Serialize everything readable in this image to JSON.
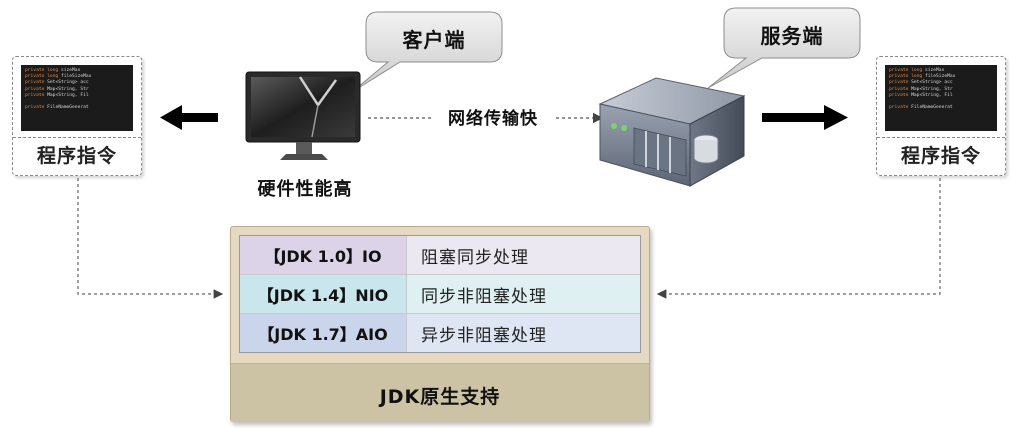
{
  "left_card": {
    "label": "程序指令",
    "code_lines": [
      [
        "private long",
        " sizeMax"
      ],
      [
        "private long",
        " fileSizeMax"
      ],
      [
        "private",
        " Set<String> acc"
      ],
      [
        "private",
        " Map<String, Str"
      ],
      [
        "private",
        " Map<String, Fil"
      ],
      [
        "",
        ""
      ],
      [
        "private",
        " FileNameGenerat"
      ]
    ]
  },
  "right_card": {
    "label": "程序指令",
    "code_lines": [
      [
        "private long",
        " sizeMax"
      ],
      [
        "private long",
        " fileSizeMax"
      ],
      [
        "private",
        " Set<String> acc"
      ],
      [
        "private",
        " Map<String, Str"
      ],
      [
        "private",
        " Map<String, Fil"
      ],
      [
        "",
        ""
      ],
      [
        "private",
        " FileNameGenerat"
      ]
    ]
  },
  "client": {
    "callout": "客户端",
    "caption": "硬件性能高",
    "icon": "monitor-icon"
  },
  "server": {
    "callout": "服务端",
    "icon": "server-icon"
  },
  "network_label": "网络传输快",
  "jdk": {
    "rows": [
      {
        "version": "【JDK 1.0】IO",
        "desc": "阻塞同步处理",
        "color": "#dcd3e8",
        "desc_color": "#ece8f2"
      },
      {
        "version": "【JDK 1.4】NIO",
        "desc": "同步非阻塞处理",
        "color": "#c8e6ec",
        "desc_color": "#dff0f3"
      },
      {
        "version": "【JDK 1.7】AIO",
        "desc": "异步非阻塞处理",
        "color": "#cad4ea",
        "desc_color": "#dfe6f3"
      }
    ],
    "footer": "JDK原生支持"
  }
}
